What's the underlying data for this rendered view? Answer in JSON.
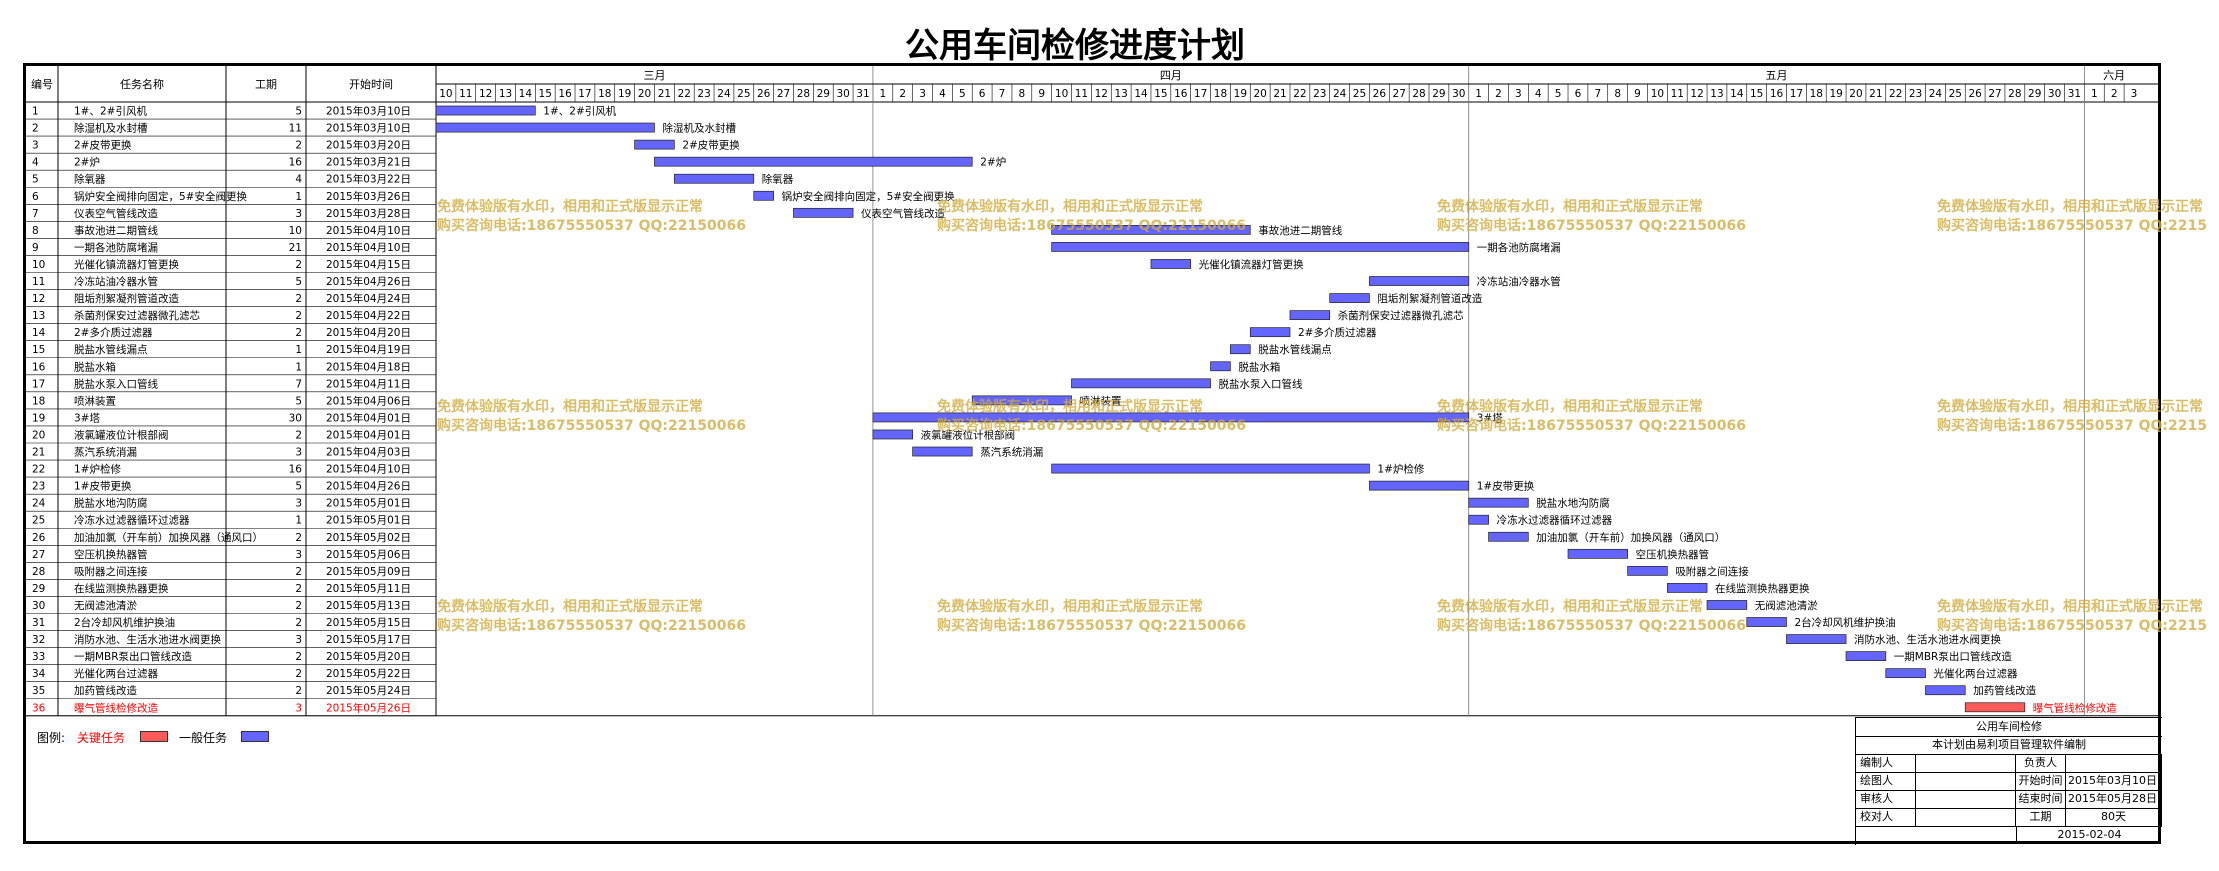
{
  "title": "公用车间检修进度计划",
  "columns": [
    "编号",
    "任务名称",
    "工期",
    "开始时间"
  ],
  "colors": {
    "critical": "#ff5a5a",
    "normal": "#6464ff",
    "critical_text": "#ff0000",
    "watermark": "#d0aa3c"
  },
  "timeline": {
    "months": [
      {
        "label": "三月",
        "days": [
          10,
          11,
          12,
          13,
          14,
          15,
          16,
          17,
          18,
          19,
          20,
          21,
          22,
          23,
          24,
          25,
          26,
          27,
          28,
          29,
          30,
          31
        ]
      },
      {
        "label": "四月",
        "days": [
          1,
          2,
          3,
          4,
          5,
          6,
          7,
          8,
          9,
          10,
          11,
          12,
          13,
          14,
          15,
          16,
          17,
          18,
          19,
          20,
          21,
          22,
          23,
          24,
          25,
          26,
          27,
          28,
          29,
          30
        ]
      },
      {
        "label": "五月",
        "days": [
          1,
          2,
          3,
          4,
          5,
          6,
          7,
          8,
          9,
          10,
          11,
          12,
          13,
          14,
          15,
          16,
          17,
          18,
          19,
          20,
          21,
          22,
          23,
          24,
          25,
          26,
          27,
          28,
          29,
          30,
          31
        ]
      },
      {
        "label": "六月",
        "days": [
          1,
          2,
          3
        ]
      }
    ]
  },
  "chart_data": {
    "type": "gantt",
    "title": "公用车间检修进度计划",
    "date_range": [
      "2015-03-10",
      "2015-06-03"
    ],
    "tasks": [
      {
        "id": "1",
        "name": "1#、2#引风机",
        "bar_label": "1#、2#引风机",
        "duration": 5,
        "start": "2015-03-10",
        "start_text": "2015年03月10日",
        "critical": false
      },
      {
        "id": "2",
        "name": "除湿机及水封槽",
        "bar_label": "除湿机及水封槽",
        "duration": 11,
        "start": "2015-03-10",
        "start_text": "2015年03月10日",
        "critical": false
      },
      {
        "id": "3",
        "name": "2#皮带更换",
        "bar_label": "2#皮带更换",
        "duration": 2,
        "start": "2015-03-20",
        "start_text": "2015年03月20日",
        "critical": false
      },
      {
        "id": "4",
        "name": "2#炉",
        "bar_label": "2#炉",
        "duration": 16,
        "start": "2015-03-21",
        "start_text": "2015年03月21日",
        "critical": false
      },
      {
        "id": "5",
        "name": "除氧器",
        "bar_label": "除氧器",
        "duration": 4,
        "start": "2015-03-22",
        "start_text": "2015年03月22日",
        "critical": false
      },
      {
        "id": "6",
        "name": "锅炉安全阀排向固定，5#安全阀更换",
        "bar_label": "锅炉安全阀排向固定，5#安全阀更换",
        "duration": 1,
        "start": "2015-03-26",
        "start_text": "2015年03月26日",
        "critical": false
      },
      {
        "id": "7",
        "name": "仪表空气管线改造",
        "bar_label": "仪表空气管线改造",
        "duration": 3,
        "start": "2015-03-28",
        "start_text": "2015年03月28日",
        "critical": false
      },
      {
        "id": "8",
        "name": "事故池进二期管线",
        "bar_label": "事故池进二期管线",
        "duration": 10,
        "start": "2015-04-10",
        "start_text": "2015年04月10日",
        "critical": false
      },
      {
        "id": "9",
        "name": "一期各池防腐堵漏",
        "bar_label": "一期各池防腐堵漏",
        "duration": 21,
        "start": "2015-04-10",
        "start_text": "2015年04月10日",
        "critical": false
      },
      {
        "id": "10",
        "name": "光催化镇流器灯管更换",
        "bar_label": "光催化镇流器灯管更换",
        "duration": 2,
        "start": "2015-04-15",
        "start_text": "2015年04月15日",
        "critical": false
      },
      {
        "id": "11",
        "name": "冷冻站油冷器水管",
        "bar_label": "冷冻站油冷器水管",
        "duration": 5,
        "start": "2015-04-26",
        "start_text": "2015年04月26日",
        "critical": false
      },
      {
        "id": "12",
        "name": "阻垢剂絮凝剂管道改造",
        "bar_label": "阻垢剂絮凝剂管道改造",
        "duration": 2,
        "start": "2015-04-24",
        "start_text": "2015年04月24日",
        "critical": false
      },
      {
        "id": "13",
        "name": "杀菌剂保安过滤器微孔滤芯",
        "bar_label": "杀菌剂保安过滤器微孔滤芯",
        "duration": 2,
        "start": "2015-04-22",
        "start_text": "2015年04月22日",
        "critical": false
      },
      {
        "id": "14",
        "name": "2#多介质过滤器",
        "bar_label": "2#多介质过滤器",
        "duration": 2,
        "start": "2015-04-20",
        "start_text": "2015年04月20日",
        "critical": false
      },
      {
        "id": "15",
        "name": "脱盐水管线漏点",
        "bar_label": "脱盐水管线漏点",
        "duration": 1,
        "start": "2015-04-19",
        "start_text": "2015年04月19日",
        "critical": false
      },
      {
        "id": "16",
        "name": "脱盐水箱",
        "bar_label": "脱盐水箱",
        "duration": 1,
        "start": "2015-04-18",
        "start_text": "2015年04月18日",
        "critical": false
      },
      {
        "id": "17",
        "name": "脱盐水泵入口管线",
        "bar_label": "脱盐水泵入口管线",
        "duration": 7,
        "start": "2015-04-11",
        "start_text": "2015年04月11日",
        "critical": false
      },
      {
        "id": "18",
        "name": "喷淋装置",
        "bar_label": "喷淋装置",
        "duration": 5,
        "start": "2015-04-06",
        "start_text": "2015年04月06日",
        "critical": false
      },
      {
        "id": "19",
        "name": "3#塔",
        "bar_label": "3#塔",
        "duration": 30,
        "start": "2015-04-01",
        "start_text": "2015年04月01日",
        "critical": false
      },
      {
        "id": "20",
        "name": "液氯罐液位计根部阀",
        "bar_label": "液氯罐液位计根部阀",
        "duration": 2,
        "start": "2015-04-01",
        "start_text": "2015年04月01日",
        "critical": false
      },
      {
        "id": "21",
        "name": "蒸汽系统消漏",
        "bar_label": "蒸汽系统消漏",
        "duration": 3,
        "start": "2015-04-03",
        "start_text": "2015年04月03日",
        "critical": false
      },
      {
        "id": "22",
        "name": "1#炉检修",
        "bar_label": "1#炉检修",
        "duration": 16,
        "start": "2015-04-10",
        "start_text": "2015年04月10日",
        "critical": false
      },
      {
        "id": "23",
        "name": "1#皮带更换",
        "bar_label": "1#皮带更换",
        "duration": 5,
        "start": "2015-04-26",
        "start_text": "2015年04月26日",
        "critical": false
      },
      {
        "id": "24",
        "name": "脱盐水地沟防腐",
        "bar_label": "脱盐水地沟防腐",
        "duration": 3,
        "start": "2015-05-01",
        "start_text": "2015年05月01日",
        "critical": false
      },
      {
        "id": "25",
        "name": "冷冻水过滤器循环过滤器",
        "bar_label": "冷冻水过滤器循环过滤器",
        "duration": 1,
        "start": "2015-05-01",
        "start_text": "2015年05月01日",
        "critical": false
      },
      {
        "id": "26",
        "name": "加油加氯（开车前）加换风器（通风口）",
        "bar_label": "加油加氯（开车前）加换风器（通风口）",
        "duration": 2,
        "start": "2015-05-02",
        "start_text": "2015年05月02日",
        "critical": false
      },
      {
        "id": "27",
        "name": "空压机换热器管",
        "bar_label": "空压机换热器管",
        "duration": 3,
        "start": "2015-05-06",
        "start_text": "2015年05月06日",
        "critical": false
      },
      {
        "id": "28",
        "name": "吸附器之间连接",
        "bar_label": "吸附器之间连接",
        "duration": 2,
        "start": "2015-05-09",
        "start_text": "2015年05月09日",
        "critical": false
      },
      {
        "id": "29",
        "name": "在线监测换热器更换",
        "bar_label": "在线监测换热器更换",
        "duration": 2,
        "start": "2015-05-11",
        "start_text": "2015年05月11日",
        "critical": false
      },
      {
        "id": "30",
        "name": "无阀滤池清淤",
        "bar_label": "无阀滤池清淤",
        "duration": 2,
        "start": "2015-05-13",
        "start_text": "2015年05月13日",
        "critical": false
      },
      {
        "id": "31",
        "name": "2台冷却风机维护换油",
        "bar_label": "2台冷却风机维护换油",
        "duration": 2,
        "start": "2015-05-15",
        "start_text": "2015年05月15日",
        "critical": false
      },
      {
        "id": "32",
        "name": "消防水池、生活水池进水阀更换",
        "bar_label": "消防水池、生活水池进水阀更换",
        "duration": 3,
        "start": "2015-05-17",
        "start_text": "2015年05月17日",
        "critical": false
      },
      {
        "id": "33",
        "name": "一期MBR泵出口管线改造",
        "bar_label": "一期MBR泵出口管线改造",
        "duration": 2,
        "start": "2015-05-20",
        "start_text": "2015年05月20日",
        "critical": false
      },
      {
        "id": "34",
        "name": "光催化两台过滤器",
        "bar_label": "光催化两台过滤器",
        "duration": 2,
        "start": "2015-05-22",
        "start_text": "2015年05月22日",
        "critical": false
      },
      {
        "id": "35",
        "name": "加药管线改造",
        "bar_label": "加药管线改造",
        "duration": 2,
        "start": "2015-05-24",
        "start_text": "2015年05月24日",
        "critical": false
      },
      {
        "id": "36",
        "name": "曝气管线检修改造",
        "bar_label": "曝气管线检修改造",
        "duration": 3,
        "start": "2015-05-26",
        "start_text": "2015年05月26日",
        "critical": true
      }
    ]
  },
  "legend": {
    "label": "图例:",
    "critical": "关键任务",
    "normal": "一般任务"
  },
  "info_table": {
    "project": "公用车间检修",
    "note": "本计划由易利项目管理软件编制",
    "rows": [
      [
        "编制人",
        "",
        "负责人",
        ""
      ],
      [
        "绘图人",
        "",
        "开始时间",
        "2015年03月10日"
      ],
      [
        "审核人",
        "",
        "结束时间",
        "2015年05月28日"
      ],
      [
        "校对人",
        "",
        "工期",
        "80天"
      ]
    ],
    "date": "2015-02-04"
  },
  "watermark": {
    "line1": "免费体验版有水印，相用和正式版显示正常",
    "line2": "购买咨询电话:18675550537 QQ:22150066"
  }
}
